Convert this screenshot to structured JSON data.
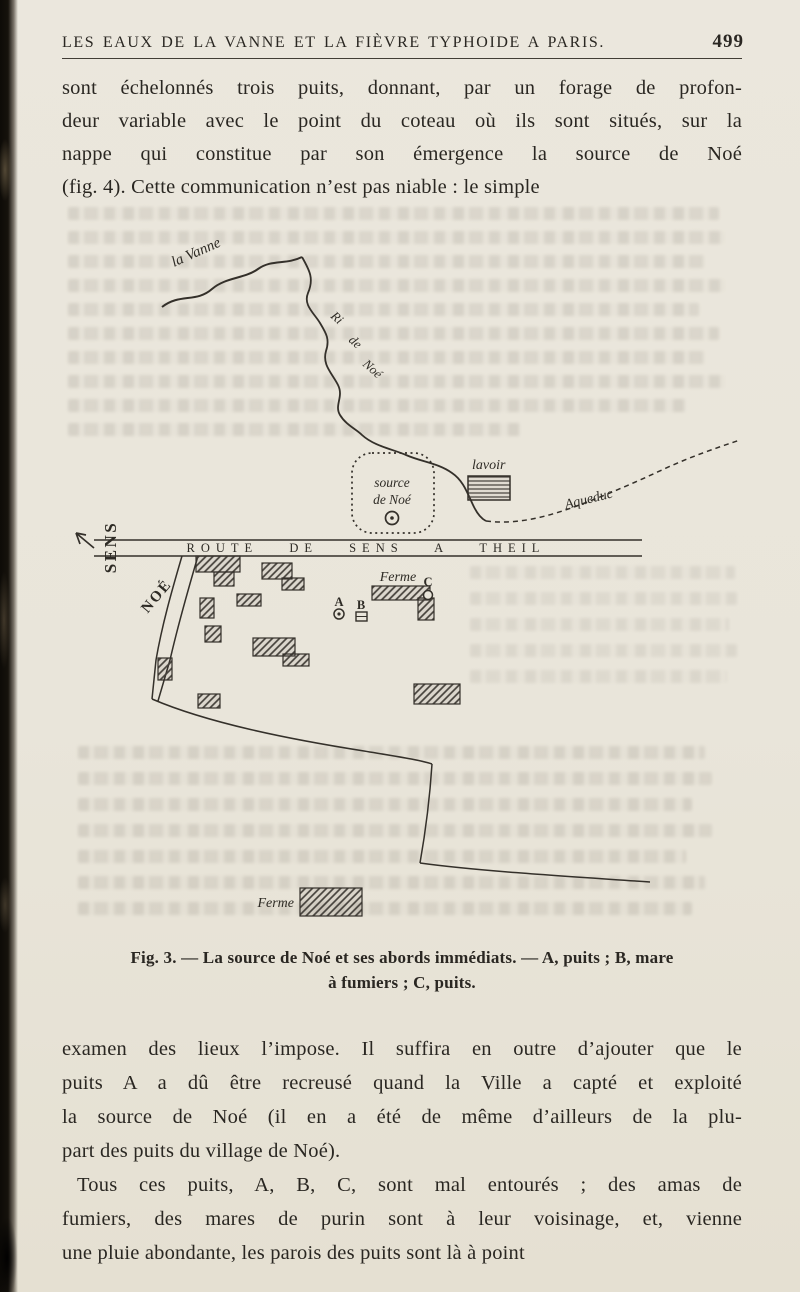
{
  "header": {
    "title": "LES EAUX DE LA VANNE ET LA FIÈVRE TYPHOIDE A PARIS.",
    "page_number": "499"
  },
  "paragraphs": {
    "p1": {
      "lines": [
        "sont échelonnés trois puits, donnant, par un forage de profon-",
        "deur variable avec le point du coteau où ils sont situés, sur la",
        "nappe qui constitue par son émergence la source de Noé",
        "(fig. 4). Cette communication n’est pas niable : le simple"
      ]
    },
    "p2": {
      "lines": [
        "examen des lieux l’impose. Il suffira en outre d’ajouter que le",
        "puits A a dû être recreusé quand la Ville a capté et exploité",
        "la source de Noé (il en a été de même d’ailleurs de la plu-",
        "part des puits du village de Noé)."
      ]
    },
    "p3": {
      "lines": [
        "Tous ces puits, A, B, C, sont mal entourés ; des amas de",
        "fumiers, des mares de purin sont à leur voisinage, et, vienne",
        "une pluie abondante, les parois des puits sont là à point"
      ]
    }
  },
  "figure": {
    "labels": {
      "la_vanne": "la Vanne",
      "ri": "Ri",
      "de": "de",
      "noe_stream": "Noé",
      "lavoir": "lavoir",
      "source_1": "source",
      "source_2": "de Noé",
      "aqueduc": "Aqueduc",
      "route": "ROUTE DE SENS A THEIL",
      "sens": "SENS",
      "noe": "NOÉ",
      "ferme_upper": "Ferme",
      "ferme_lower": "Ferme",
      "a": "A",
      "b": "B",
      "c": "C"
    },
    "caption": {
      "line1": "Fig. 3. — La source de Noé et ses abords immédiats. — A, puits ; B, mare",
      "line2": "à fumiers ; C, puits."
    }
  },
  "colors": {
    "paper": "#e9e5da",
    "ink": "#2a2722",
    "figure_stroke": "#34302a"
  }
}
